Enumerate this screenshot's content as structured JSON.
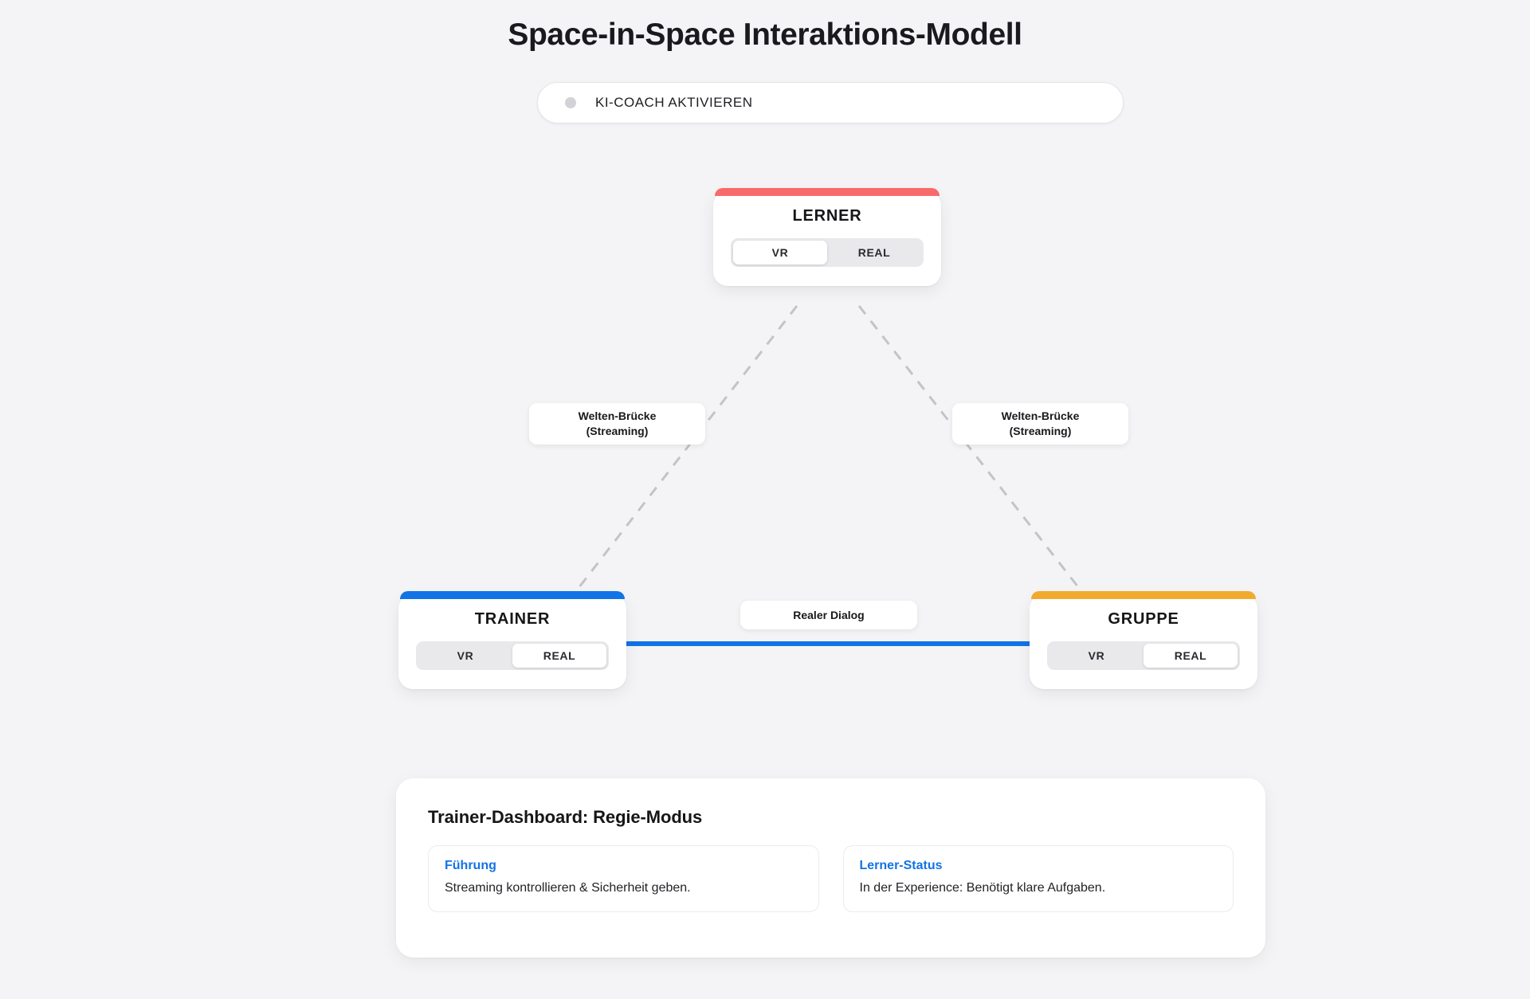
{
  "header": {
    "title": "Space-in-Space Interaktions-Modell",
    "ki_coach": {
      "label": "KI-COACH AKTIVIEREN",
      "indicator_icon": "status-dot-icon",
      "indicator_color": "#d2d2d8",
      "active": false
    }
  },
  "colors": {
    "background": "#f4f4f6",
    "accent_blue": "#1273e6",
    "accent_red": "#f96a6a",
    "accent_amber": "#f0ab2e",
    "connector_dashed": "#c3c3c8",
    "text_primary": "#18181b"
  },
  "nodes": [
    {
      "id": "lerner",
      "title": "LERNER",
      "accent": "#f96a6a",
      "modes": [
        "VR",
        "REAL"
      ],
      "selected_mode": "VR"
    },
    {
      "id": "trainer",
      "title": "TRAINER",
      "accent": "#1273e6",
      "modes": [
        "VR",
        "REAL"
      ],
      "selected_mode": "REAL"
    },
    {
      "id": "gruppe",
      "title": "GRUPPE",
      "accent": "#f0ab2e",
      "modes": [
        "VR",
        "REAL"
      ],
      "selected_mode": "REAL"
    }
  ],
  "edges": [
    {
      "id": "lerner-trainer",
      "label_line1": "Welten-Brücke",
      "label_line2": "(Streaming)",
      "style": "dashed",
      "color": "#c3c3c8"
    },
    {
      "id": "lerner-gruppe",
      "label_line1": "Welten-Brücke",
      "label_line2": "(Streaming)",
      "style": "dashed",
      "color": "#c3c3c8"
    },
    {
      "id": "trainer-gruppe",
      "label_line1": "Realer Dialog",
      "label_line2": "",
      "style": "solid",
      "color": "#1273e6"
    }
  ],
  "dashboard": {
    "title": "Trainer-Dashboard: Regie-Modus",
    "cards": [
      {
        "title": "Führung",
        "text": "Streaming kontrollieren & Sicherheit geben."
      },
      {
        "title": "Lerner-Status",
        "text": "In der Experience: Benötigt klare Aufgaben."
      }
    ]
  }
}
